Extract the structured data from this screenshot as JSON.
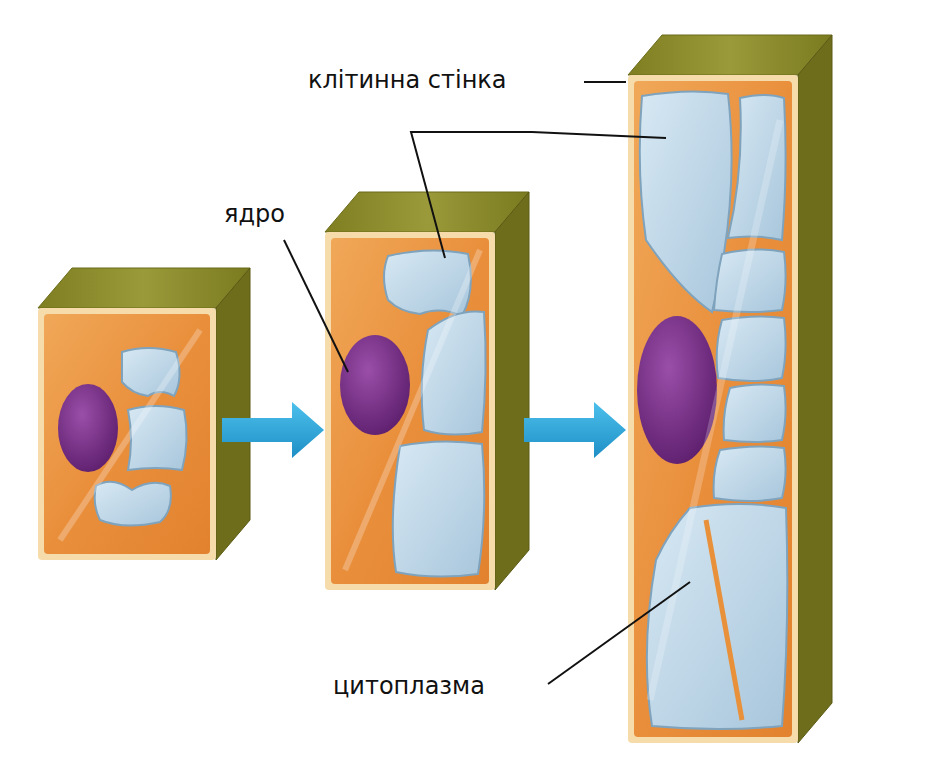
{
  "diagram": {
    "labels": [
      "клітинна стінка",
      "ядро",
      "цитоплазма"
    ]
  }
}
